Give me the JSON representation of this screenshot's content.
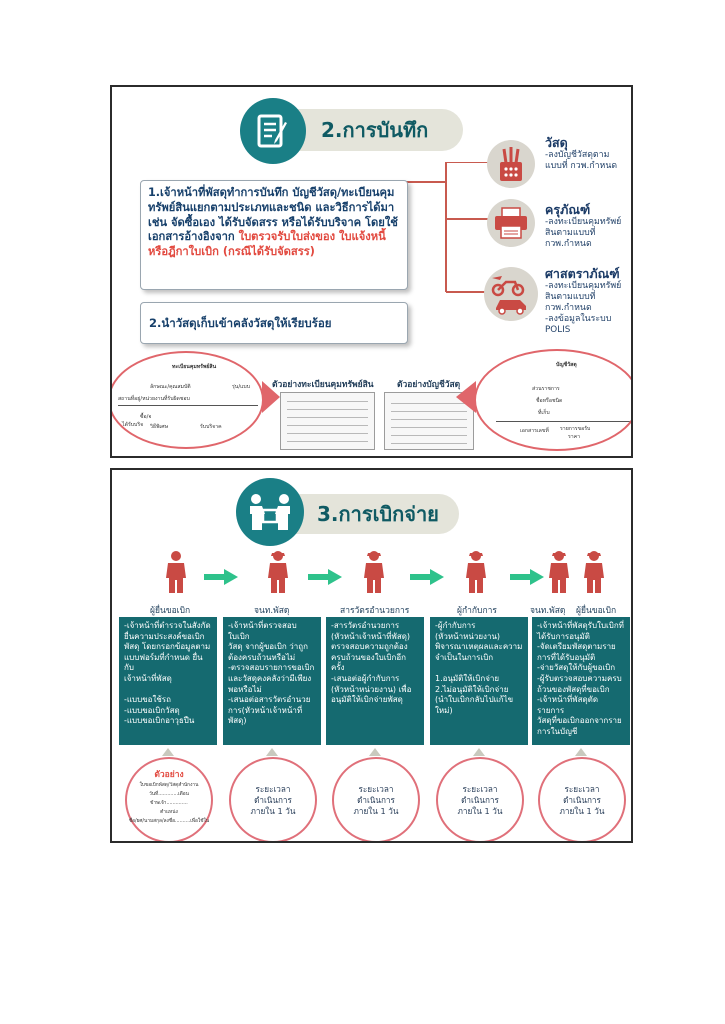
{
  "panel1": {
    "title": "2.การบันทึก",
    "box1": {
      "main": "1.เจ้าหน้าที่พัสดุทำการบันทึก บัญชีวัสดุ/ทะเบียนคุมทรัพย์สินแยกตามประเภทและชนิด และวิธีการได้มาเช่น จัดซื้อเอง ได้รับจัดสรร หรือได้รับบริจาค โดยใช้เอกสารอ้างอิงจาก",
      "red": "ใบตรวจรับใบส่งของ ใบแจ้งหนี้ หรือฎีกาใบเบิก (กรณีได้รับจัดสรร)"
    },
    "box2": "2.นำวัสดุเก็บเข้าคลังวัสดุให้เรียบร้อย",
    "categories": [
      {
        "title": "วัสดุ",
        "desc": "-ลงบัญชีวัสดุตาม\n แบบที่ กวพ.กำหนด",
        "icon": "pencil-cup-icon"
      },
      {
        "title": "ครุภัณฑ์",
        "desc": "-ลงทะเบียนคุมทรัพย์\nสินตามแบบที่\nกวพ.กำหนด",
        "icon": "printer-icon"
      },
      {
        "title": "ศาสตราภัณฑ์",
        "desc": "-ลงทะเบียนคุมทรัพย์\nสินตามแบบที่\nกวพ.กำหนด\n-ลงข้อมูลในระบบ\nPOLIS",
        "icon": "motorcycle-car-icon"
      }
    ],
    "example1_label": "ตัวอย่างทะเบียนคุมทรัพย์สิน",
    "example2_label": "ตัวอย่างบัญชีวัสดุ",
    "zoom_left": {
      "header": "ทะเบียนคุมทรัพย์สิน",
      "row1": "ลักษณะ/คุณสมบัติ",
      "row1b": "รุ่น/แบบ",
      "row2": "สถานที่อยู่/หน่วยงานที่รับผิดชอบ",
      "check1": "ซื้อ/จ",
      "check2": "ได้รับบริจ",
      "check3": "วิธีพิเศษ",
      "check4": "รับบริจาค"
    },
    "zoom_right": {
      "header": "บัญชีวัสดุ",
      "row1": "ส่วนราชการ",
      "row2": "ชื่อหรือชนิด",
      "row3": "ที่เก็บ",
      "col1": "เอกสารเลขที่",
      "col2": "รายการขอรับ",
      "col3": "ราคา"
    }
  },
  "panel2": {
    "title": "3.การเบิกจ่าย",
    "stages": [
      {
        "label": "ผู้ยื่นขอเบิก",
        "text": "-เจ้าหน้าที่ตำรวจในสังกัด\nยื่นความประสงค์ขอเบิก\nพัสดุ โดยกรอกข้อมูลตาม\nแบบฟอร์มที่กำหนด ยื่นกับ\nเจ้าหน้าที่พัสดุ\n\n-แบบขอใช้รถ\n-แบบขอเบิกวัสดุ\n-แบบขอเบิกอาวุธปืน",
        "circle": "ตัวอย่าง"
      },
      {
        "label": "จนท.พัสดุ",
        "text": "-เจ้าหน้าที่ตรวจสอบใบเบิก\nวัสดุ จากผู้ขอเบิก ว่าถูก\nต้องครบถ้วนหรือไม่\n-ตรวจสอบรายการขอเบิก\nและวัสดุคงคลังว่ามีเพียง\nพอหรือไม่\n-เสนอต่อสารวัตรอำนวย\nการ(หัวหน้าเจ้าหน้าที่พัสดุ)",
        "circle": "ระยะเวลา\nดำเนินการ\nภายใน 1 วัน"
      },
      {
        "label": "สารวัตรอำนวยการ",
        "text": "-สารวัตรอำนวยการ\n(หัวหน้าเจ้าหน้าที่พัสดุ)\nตรวจสอบความถูกต้อง\nครบถ้วนของใบเบิกอีกครั้ง\n-เสนอต่อผู้กำกับการ\n(หัวหน้าหน่วยงาน) เพื่อ\nอนุมัติให้เบิกจ่ายพัสดุ",
        "circle": "ระยะเวลา\nดำเนินการ\nภายใน 1 วัน"
      },
      {
        "label": "ผู้กำกับการ",
        "text": "-ผู้กำกับการ\n(หัวหน้าหน่วยงาน)\nพิจารณาเหตุผลและความ\nจำเป็นในการเบิก\n\n1.อนุมัติให้เบิกจ่าย\n2.ไม่อนุมัติให้เบิกจ่าย\n(นำใบเบิกกลับไปแก้ไข\nใหม่)",
        "circle": "ระยะเวลา\nดำเนินการ\nภายใน 1 วัน"
      },
      {
        "label": "จนท.พัสดุ",
        "label2": "ผู้ยื่นขอเบิก",
        "text": "-เจ้าหน้าที่พัสดุรับใบเบิกที่\nได้รับการอนุมัติ\n-จัดเตรียมพัสดุตามราย\nการที่ได้รับอนุมัติ\n-จ่ายวัสดุให้กับผู้ขอเบิก\n-ผู้รับตรวจสอบความครบ\nถ้วนของพัสดุที่ขอเบิก\n-เจ้าหน้าที่พัสดุตัดรายการ\nวัสดุที่ขอเบิกออกจากราย\nการในบัญชี",
        "circle": "ระยะเวลา\nดำเนินการ\nภายใน 1 วัน"
      }
    ],
    "form_example": {
      "header": "ตัวอย่าง",
      "line1": "ใบขอเบิกพัสดุ/วัสดุสำนักงาน",
      "line2": "วันที่.............เดือน",
      "line3": "ข้าพเจ้า..............",
      "line4": "ตำแหน่ง",
      "line5": "ชื่อ/ยศ/นามสกุล/ลงชื่อ..........เพื่อใช้ใน"
    }
  },
  "colors": {
    "teal": "#156a70",
    "accent_red": "#e2493f",
    "person_red": "#c94a44",
    "arrow_green": "#2ec28b"
  }
}
